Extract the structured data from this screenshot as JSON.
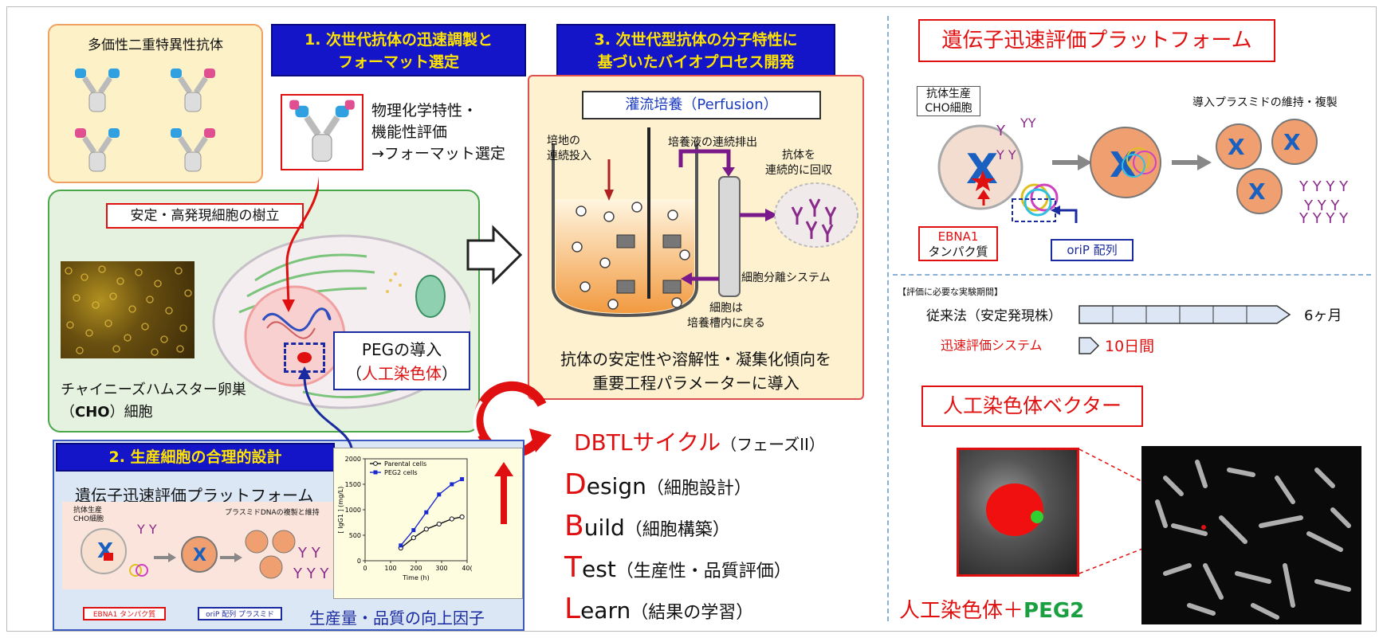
{
  "multivalent": {
    "label": "多価性二重特異性抗体"
  },
  "section1": {
    "title_line1": "1. 次世代抗体の迅速調製と",
    "title_line2": "フォーマット選定",
    "desc_line1": "物理化学特性・",
    "desc_line2": "機能性評価",
    "desc_line3": "→フォーマット選定"
  },
  "section3": {
    "title_line1": "3. 次世代型抗体の分子特性に",
    "title_line2": "基づいたバイオプロセス開発",
    "perfusion": "灌流培養（Perfusion）",
    "media_in": "培地の",
    "media_in2": "連続投入",
    "continuous_out": "培養液の連続排出",
    "collect1": "抗体を",
    "collect2": "連続的に回収",
    "separation": "細胞分離システム",
    "return1": "細胞は",
    "return2": "培養槽内に戻る",
    "bottom_line1": "抗体の安定性や溶解性・凝集化傾向を",
    "bottom_line2": "重要工程パラメーターに導入"
  },
  "cell_panel": {
    "stable_label": "安定・高発現細胞の樹立",
    "cho_line1": "チャイニーズハムスター卵巣",
    "cho_prefix": "（",
    "cho_bold": "CHO",
    "cho_suffix": "）細胞",
    "peg_line1": "PEGの導入",
    "peg_line2_open": "（",
    "peg_line2_red": "人工染色体",
    "peg_line2_close": "）"
  },
  "section2": {
    "title": "2. 生産細胞の合理的設計",
    "platform": "遺伝子迅速評価プラットフォーム",
    "cho_small1": "抗体生産",
    "cho_small2": "CHO細胞",
    "plasmid_small": "プラスミドDNAの複製と維持",
    "ebna_small": "EBNA1 タンパク質",
    "orip_small": "oriP 配列 プラスミド",
    "improve": "生産量・品質の向上因子"
  },
  "mini_chart": {
    "legend": [
      "Parental cells",
      "PEG2 cells"
    ]
  },
  "chart_data": {
    "type": "line",
    "xlabel": "Time (h)",
    "ylabel": "[ IgG1 ] (mg/L)",
    "xlim": [
      0,
      400
    ],
    "ylim": [
      0,
      2000
    ],
    "xticks": [
      "0",
      "100",
      "200",
      "300",
      "40("
    ],
    "yticks": [
      "0",
      "500",
      "1000",
      "1500",
      "2000"
    ],
    "series": [
      {
        "name": "Parental cells",
        "x": [
          140,
          190,
          240,
          290,
          340,
          380
        ],
        "y": [
          250,
          450,
          620,
          720,
          820,
          860
        ]
      },
      {
        "name": "PEG2 cells",
        "x": [
          140,
          190,
          240,
          290,
          340,
          380
        ],
        "y": [
          300,
          600,
          950,
          1300,
          1500,
          1600
        ]
      }
    ]
  },
  "dbtl": {
    "title_red": "DBTLサイクル",
    "title_rest": "（フェーズII）",
    "rows": [
      {
        "letter": "D",
        "rest": "esign",
        "paren": "（細胞設計）"
      },
      {
        "letter": "B",
        "rest": "uild",
        "paren": "（細胞構築）"
      },
      {
        "letter": "T",
        "rest": "est",
        "paren": "（生産性・品質評価）"
      },
      {
        "letter": "L",
        "rest": "earn",
        "paren": "（結果の学習）"
      }
    ]
  },
  "right": {
    "platform_title": "遺伝子迅速評価プラットフォーム",
    "cho1": "抗体生産",
    "cho2": "CHO細胞",
    "maintain": "導入プラスミドの維持・複製",
    "ebna1": "EBNA1",
    "ebna2": "タンパク質",
    "orip": "oriP 配列",
    "period_label": "【評価に必要な実験期間】",
    "conventional": "従来法（安定発現株）",
    "conventional_value": "6ヶ月",
    "rapid": "迅速評価システム",
    "rapid_value": "10日間",
    "vector_title": "人工染色体ベクター",
    "bottom_red": "人工染色体＋",
    "bottom_green": "PEG2"
  },
  "colors": {
    "accent_red": "#e01010",
    "title_blue": "#1414c8",
    "title_yellow": "#ffe400",
    "green_text": "#1aa040"
  }
}
